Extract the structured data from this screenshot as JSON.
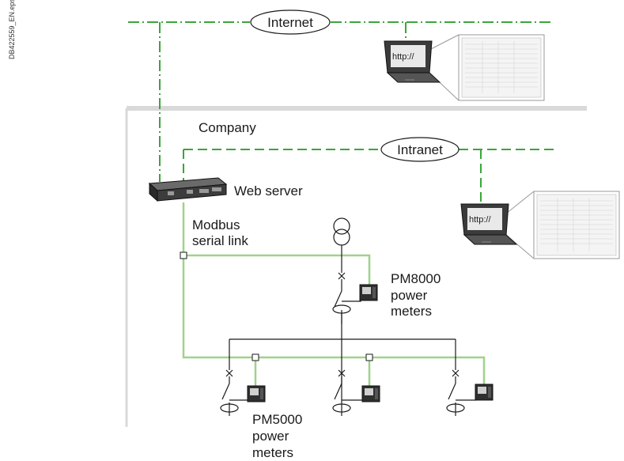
{
  "side_code": "DB422559_EN.eps",
  "internet_label": "Internet",
  "intranet_label": "Intranet",
  "company_label": "Company",
  "web_server_label": "Web server",
  "modbus_label": [
    "Modbus",
    "serial link"
  ],
  "pm8000_label": [
    "PM8000",
    "power",
    "meters"
  ],
  "pm5000_label": [
    "PM5000",
    "power",
    "meters"
  ],
  "browser_text": "http://",
  "colors": {
    "network_line": "#3aa63a",
    "modbus_line": "#9fd28a",
    "boundary": "#d9d9d9",
    "power_line": "#1a1a1a"
  }
}
